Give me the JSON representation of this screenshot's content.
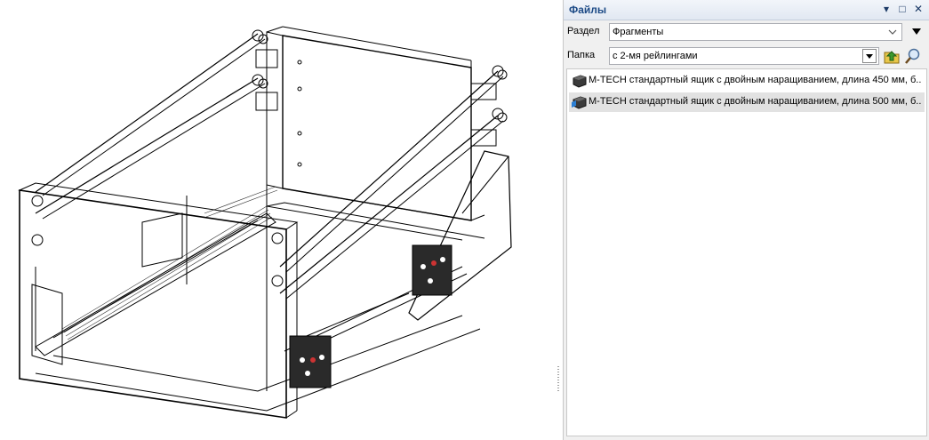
{
  "panel": {
    "title": "Файлы",
    "buttons": {
      "dropdown": "▾",
      "maximize": "□",
      "close": "✕"
    }
  },
  "section": {
    "label": "Раздел",
    "value": "Фрагменты"
  },
  "folder": {
    "label": "Папка",
    "value": "с 2-мя рейлингами"
  },
  "files": [
    {
      "name": "M-TECH стандартный ящик с двойным наращиванием, длина 450 мм, б...",
      "selected": false
    },
    {
      "name": "M-TECH стандартный ящик с двойным наращиванием, длина 500 мм, б...",
      "selected": true
    }
  ],
  "icons": {
    "folder_up": "folder-up-icon",
    "search": "magnifier-icon",
    "fragment": "3d-fragment-icon"
  },
  "colors": {
    "title_text": "#1c4a86",
    "panel_bg": "#f0f0f0",
    "selection": "#e2e2e2",
    "accent_green": "#3c9a2e",
    "drawing_line": "#000000"
  }
}
